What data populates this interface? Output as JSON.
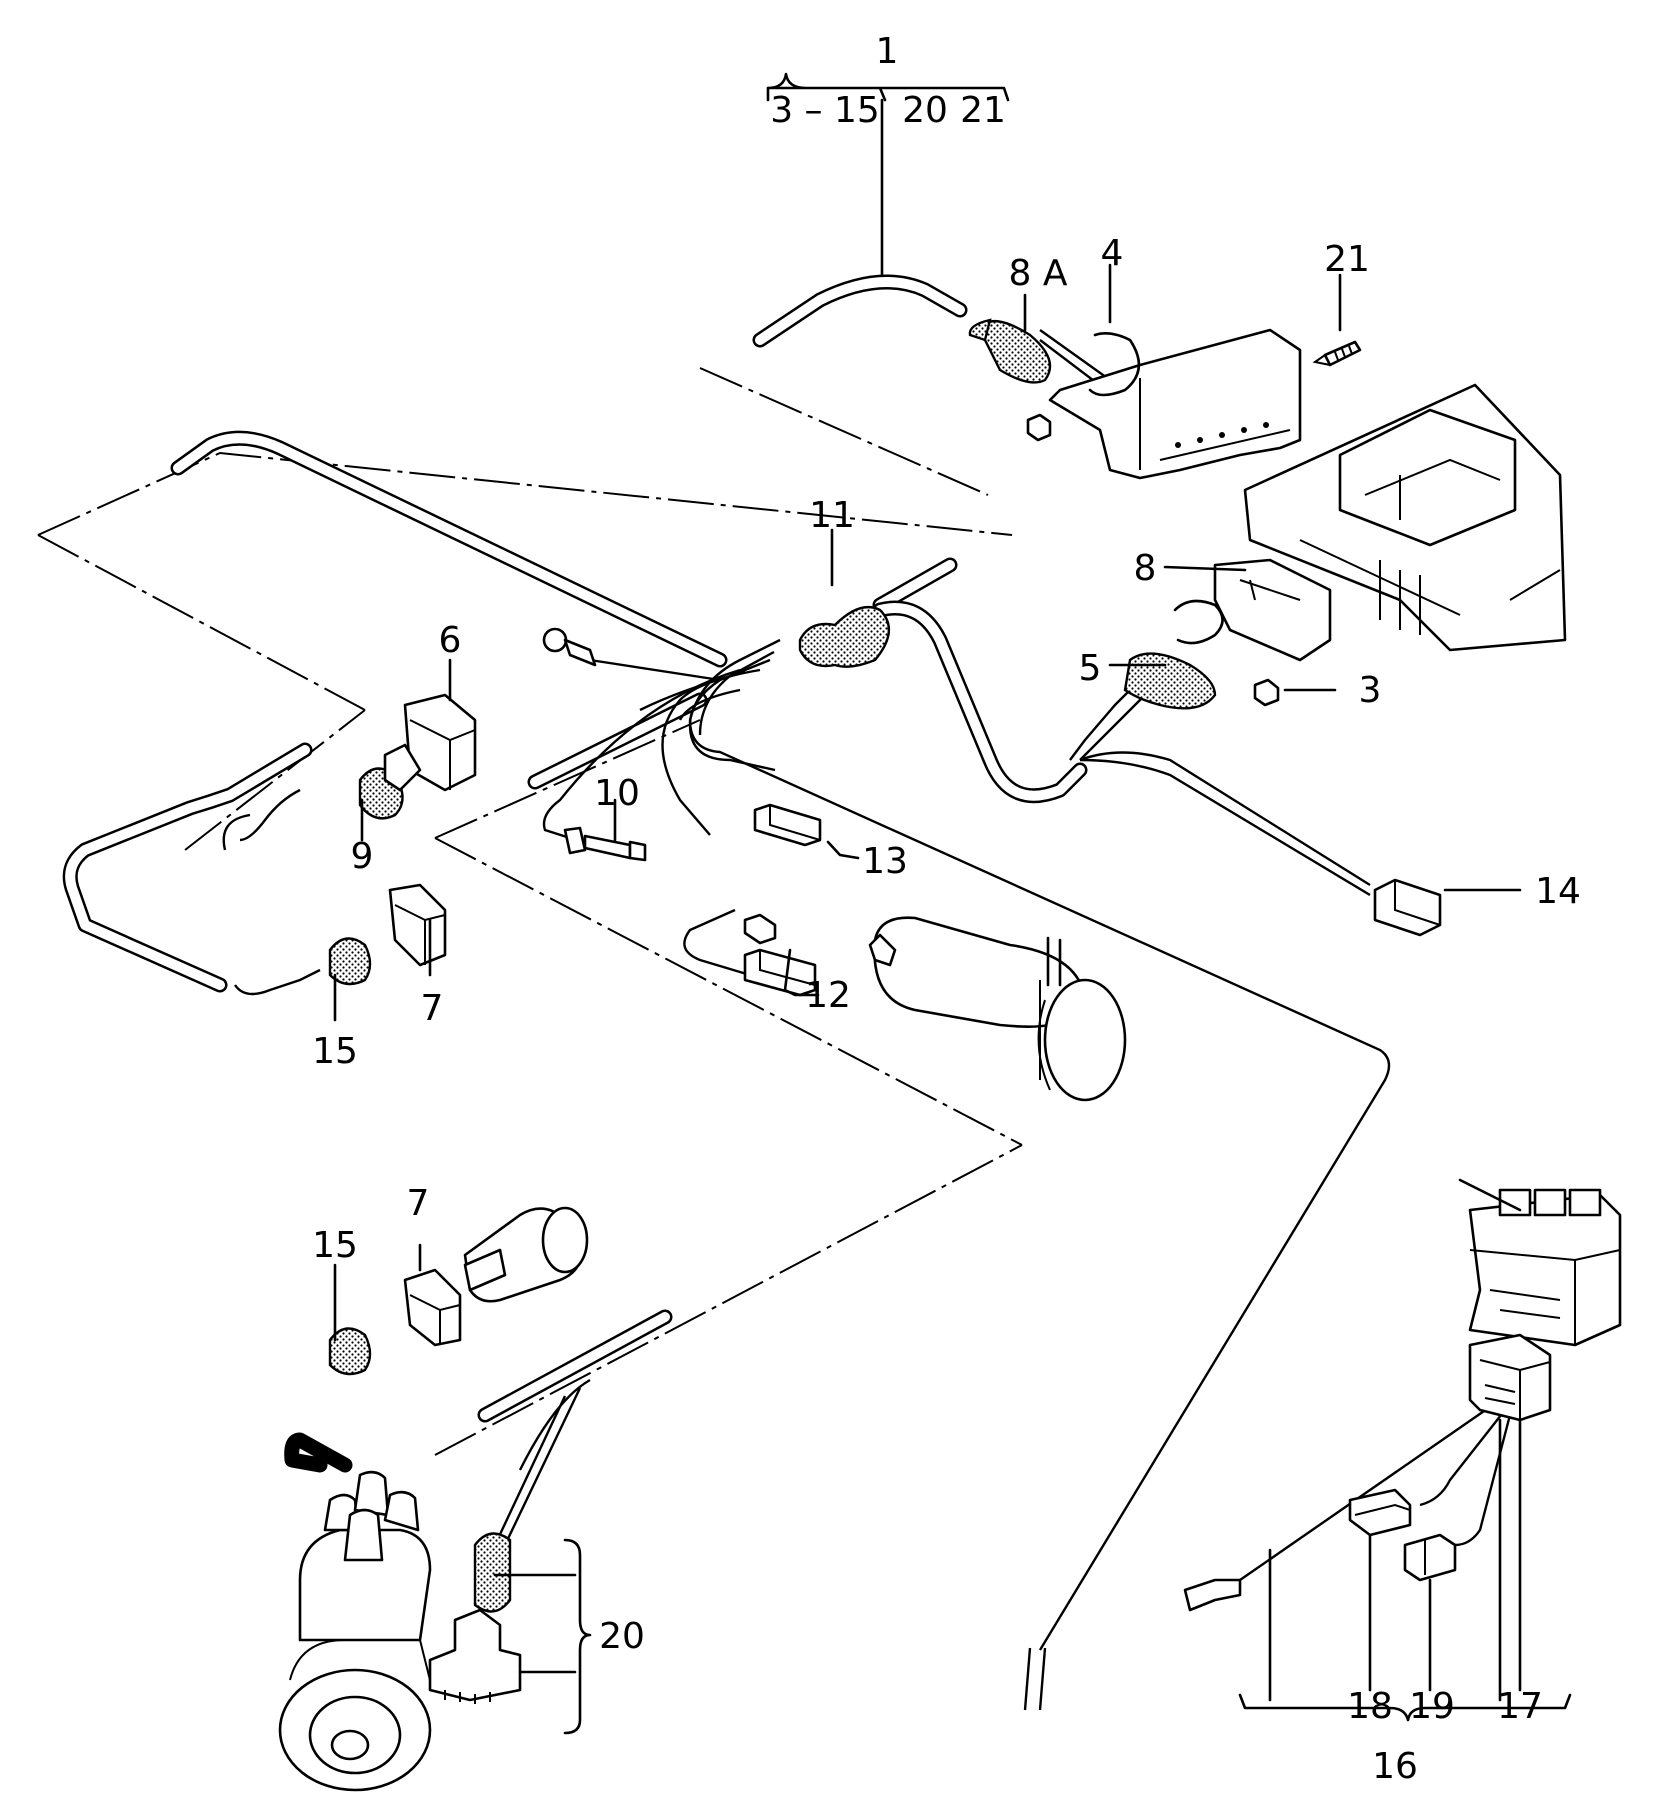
{
  "callouts": {
    "p1": "1",
    "group_3_15": "3 – 15",
    "group_20": "20",
    "group_21": "21",
    "p8a": "8 A",
    "p4": "4",
    "p21": "21",
    "p11": "11",
    "p8": "8",
    "p6": "6",
    "p5": "5",
    "p3": "3",
    "p10": "10",
    "p9": "9",
    "p13": "13",
    "p14": "14",
    "p7_upper": "7",
    "p15_upper": "15",
    "p12": "12",
    "p7_lower": "7",
    "p15_lower": "15",
    "p20": "20",
    "p18": "18",
    "p19": "19",
    "p17": "17",
    "p16": "16"
  }
}
